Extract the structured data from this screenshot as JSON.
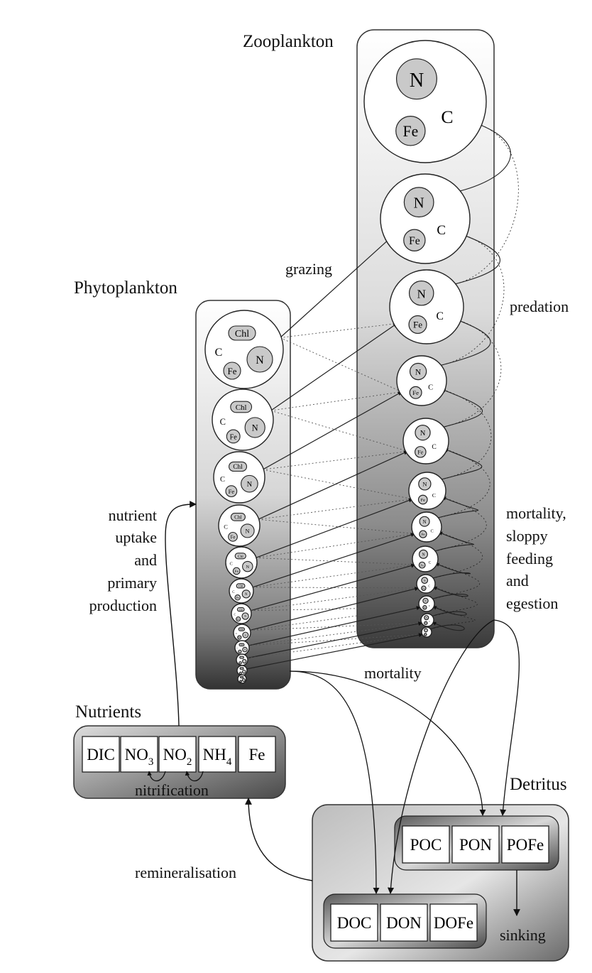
{
  "groups": {
    "zooplankton": "Zooplankton",
    "phytoplankton": "Phytoplankton",
    "nutrients": "Nutrients",
    "detritus": "Detritus"
  },
  "cell_labels": {
    "nitrogen": "N",
    "iron": "Fe",
    "carbon": "C",
    "chlorophyll": "Chl"
  },
  "processes": {
    "grazing": "grazing",
    "predation": "predation",
    "mortality": "mortality",
    "uptake_lines": [
      "nutrient",
      "uptake",
      "and",
      "primary",
      "production"
    ],
    "loss_lines": [
      "mortality,",
      "sloppy",
      "feeding",
      "and",
      "egestion"
    ],
    "nitrification": "nitrification",
    "remineralisation": "remineralisation",
    "sinking": "sinking"
  },
  "nutrients": [
    {
      "main": "DIC",
      "sub": ""
    },
    {
      "main": "NO",
      "sub": "3"
    },
    {
      "main": "NO",
      "sub": "2"
    },
    {
      "main": "NH",
      "sub": "4"
    },
    {
      "main": "Fe",
      "sub": ""
    }
  ],
  "particulate": [
    "POC",
    "PON",
    "POFe"
  ],
  "dissolved": [
    "DOC",
    "DON",
    "DOFe"
  ],
  "size_classes": {
    "zooplankton": 12,
    "phytoplankton": 12
  }
}
